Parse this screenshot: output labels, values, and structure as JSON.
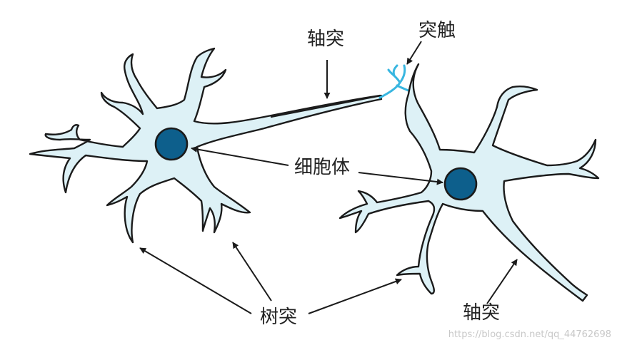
{
  "labels": {
    "axon_top": "轴突",
    "synapse": "突触",
    "soma": "细胞体",
    "dendrite": "树突",
    "axon_bottom": "轴突"
  },
  "watermark": "https://blog.csdn.net/qq_44762698",
  "colors": {
    "cytoplasm": "#ddf1f6",
    "nucleus": "#0d5f8c",
    "outline": "#1b1b1b",
    "synapse": "#38b6e0"
  }
}
